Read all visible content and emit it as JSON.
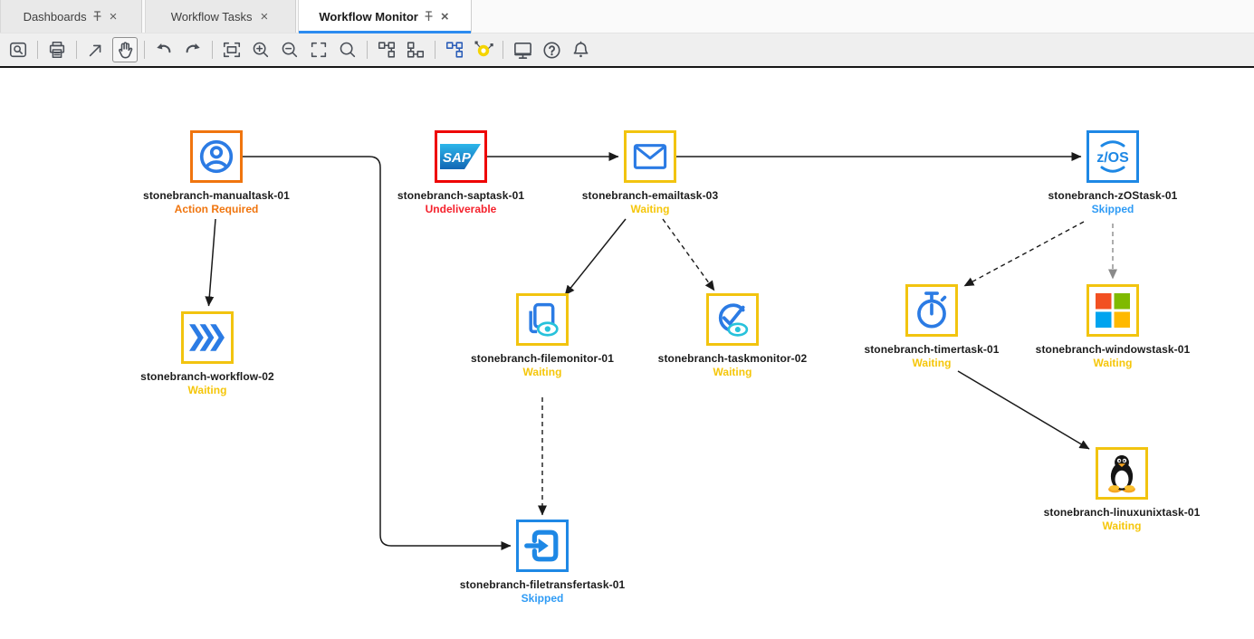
{
  "window": {
    "app": "Workflow Monitor"
  },
  "tabs": [
    {
      "label": "Dashboards",
      "pinned": true,
      "closable": true,
      "active": false
    },
    {
      "label": "Workflow Tasks",
      "pinned": false,
      "closable": true,
      "active": false
    },
    {
      "label": "Workflow Monitor",
      "pinned": true,
      "closable": true,
      "active": true
    }
  ],
  "toolbar": {
    "tools": [
      "preview",
      "print",
      "pointer-arrow",
      "pan-hand",
      "undo",
      "redo",
      "fit-to-window",
      "zoom-in",
      "zoom-out",
      "actual-size",
      "zoom-region",
      "layout-horizontal",
      "layout-vertical",
      "workflow-layout-blue",
      "critical-path-toggle",
      "monitor-display",
      "help",
      "notifications"
    ],
    "selected_tool": "pan-hand",
    "accent_blue": "#2b5db8",
    "accent_yellow": "#f5d400"
  },
  "canvas": {
    "status_colors": {
      "action_required": "#f0750e",
      "undeliverable": "#f5222d",
      "waiting": "#f5c60a",
      "skipped": "#2e9bf5"
    },
    "icon_blue": "#2b7be4",
    "eye_cyan": "#27c2db",
    "nodes": [
      {
        "name": "stonebranch-manualtask-01",
        "status": "Action Required",
        "icon": "manual-user-icon",
        "border": "orange"
      },
      {
        "name": "stonebranch-saptask-01",
        "status": "Undeliverable",
        "icon": "sap-icon",
        "border": "red"
      },
      {
        "name": "stonebranch-emailtask-03",
        "status": "Waiting",
        "icon": "email-icon",
        "border": "yellow"
      },
      {
        "name": "stonebranch-zOStask-01",
        "status": "Skipped",
        "icon": "zos-icon",
        "border": "blue"
      },
      {
        "name": "stonebranch-workflow-02",
        "status": "Waiting",
        "icon": "workflow-chevrons-icon",
        "border": "yellow"
      },
      {
        "name": "stonebranch-filemonitor-01",
        "status": "Waiting",
        "icon": "file-monitor-icon",
        "border": "yellow"
      },
      {
        "name": "stonebranch-taskmonitor-02",
        "status": "Waiting",
        "icon": "task-monitor-icon",
        "border": "yellow"
      },
      {
        "name": "stonebranch-timertask-01",
        "status": "Waiting",
        "icon": "timer-icon",
        "border": "yellow"
      },
      {
        "name": "stonebranch-windowstask-01",
        "status": "Waiting",
        "icon": "windows-icon",
        "border": "yellow"
      },
      {
        "name": "stonebranch-linuxunixtask-01",
        "status": "Waiting",
        "icon": "linux-tux-icon",
        "border": "yellow"
      },
      {
        "name": "stonebranch-filetransfertask-01",
        "status": "Skipped",
        "icon": "file-transfer-icon",
        "border": "blue"
      }
    ],
    "edges": [
      {
        "from": "stonebranch-manualtask-01",
        "to": "stonebranch-workflow-02",
        "style": "solid"
      },
      {
        "from": "stonebranch-manualtask-01",
        "to": "stonebranch-filetransfertask-01",
        "style": "solid-elbow"
      },
      {
        "from": "stonebranch-saptask-01",
        "to": "stonebranch-emailtask-03",
        "style": "solid"
      },
      {
        "from": "stonebranch-emailtask-03",
        "to": "stonebranch-zOStask-01",
        "style": "solid"
      },
      {
        "from": "stonebranch-emailtask-03",
        "to": "stonebranch-filemonitor-01",
        "style": "solid"
      },
      {
        "from": "stonebranch-emailtask-03",
        "to": "stonebranch-taskmonitor-02",
        "style": "dashed"
      },
      {
        "from": "stonebranch-zOStask-01",
        "to": "stonebranch-timertask-01",
        "style": "dashed"
      },
      {
        "from": "stonebranch-zOStask-01",
        "to": "stonebranch-windowstask-01",
        "style": "dashed-gray"
      },
      {
        "from": "stonebranch-filemonitor-01",
        "to": "stonebranch-filetransfertask-01",
        "style": "dashed"
      },
      {
        "from": "stonebranch-timertask-01",
        "to": "stonebranch-linuxunixtask-01",
        "style": "solid"
      }
    ]
  }
}
